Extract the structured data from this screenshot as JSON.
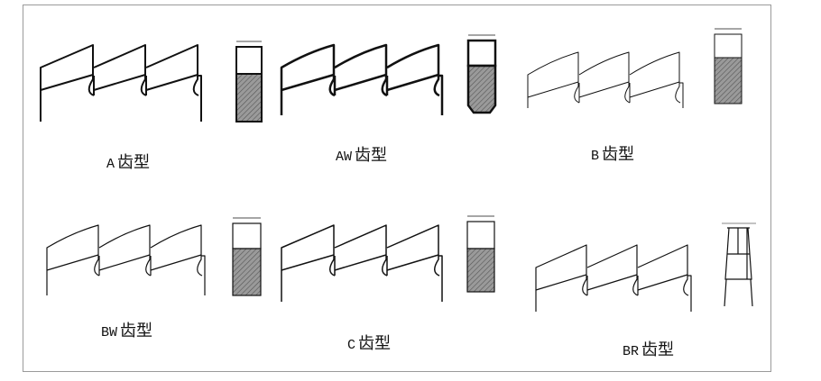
{
  "title_suffix": "齿型",
  "panels": [
    {
      "code": "A",
      "label": "齿型"
    },
    {
      "code": "AW",
      "label": "齿型"
    },
    {
      "code": "B",
      "label": "齿型"
    },
    {
      "code": "BW",
      "label": "齿型"
    },
    {
      "code": "C",
      "label": "齿型"
    },
    {
      "code": "BR",
      "label": "齿型"
    }
  ],
  "colors": {
    "line": "#111111",
    "frame": "#9a9a9a",
    "hatch": "#555555"
  }
}
